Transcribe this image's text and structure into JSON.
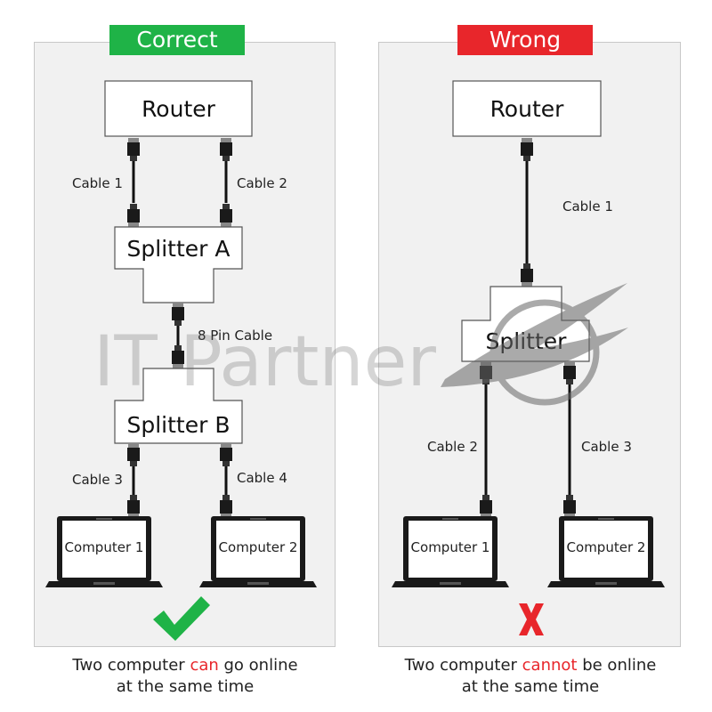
{
  "colors": {
    "correct": "#1fb347",
    "wrong": "#e8262b",
    "panel": "#f1f1f1",
    "cable": "#111111"
  },
  "left": {
    "header": "Correct",
    "router": "Router",
    "cable1": "Cable 1",
    "cable2": "Cable 2",
    "splitter_a": "Splitter A",
    "pin_cable": "8 Pin Cable",
    "splitter_b": "Splitter B",
    "cable3": "Cable 3",
    "cable4": "Cable 4",
    "computer1": "Computer 1",
    "computer2": "Computer 2",
    "status_icon": "checkmark-icon",
    "caption_pre": "Two computer ",
    "caption_hl": "can",
    "caption_post": " go online",
    "caption_line2": "at the same time"
  },
  "right": {
    "header": "Wrong",
    "router": "Router",
    "cable1": "Cable 1",
    "splitter": "Splitter",
    "cable2": "Cable 2",
    "cable3": "Cable 3",
    "computer1": "Computer 1",
    "computer2": "Computer 2",
    "status_icon": "cross-icon",
    "caption_pre": "Two computer ",
    "caption_hl": "cannot",
    "caption_post": " be online",
    "caption_line2": "at the same time"
  },
  "watermark": {
    "text": "IT Partner"
  }
}
